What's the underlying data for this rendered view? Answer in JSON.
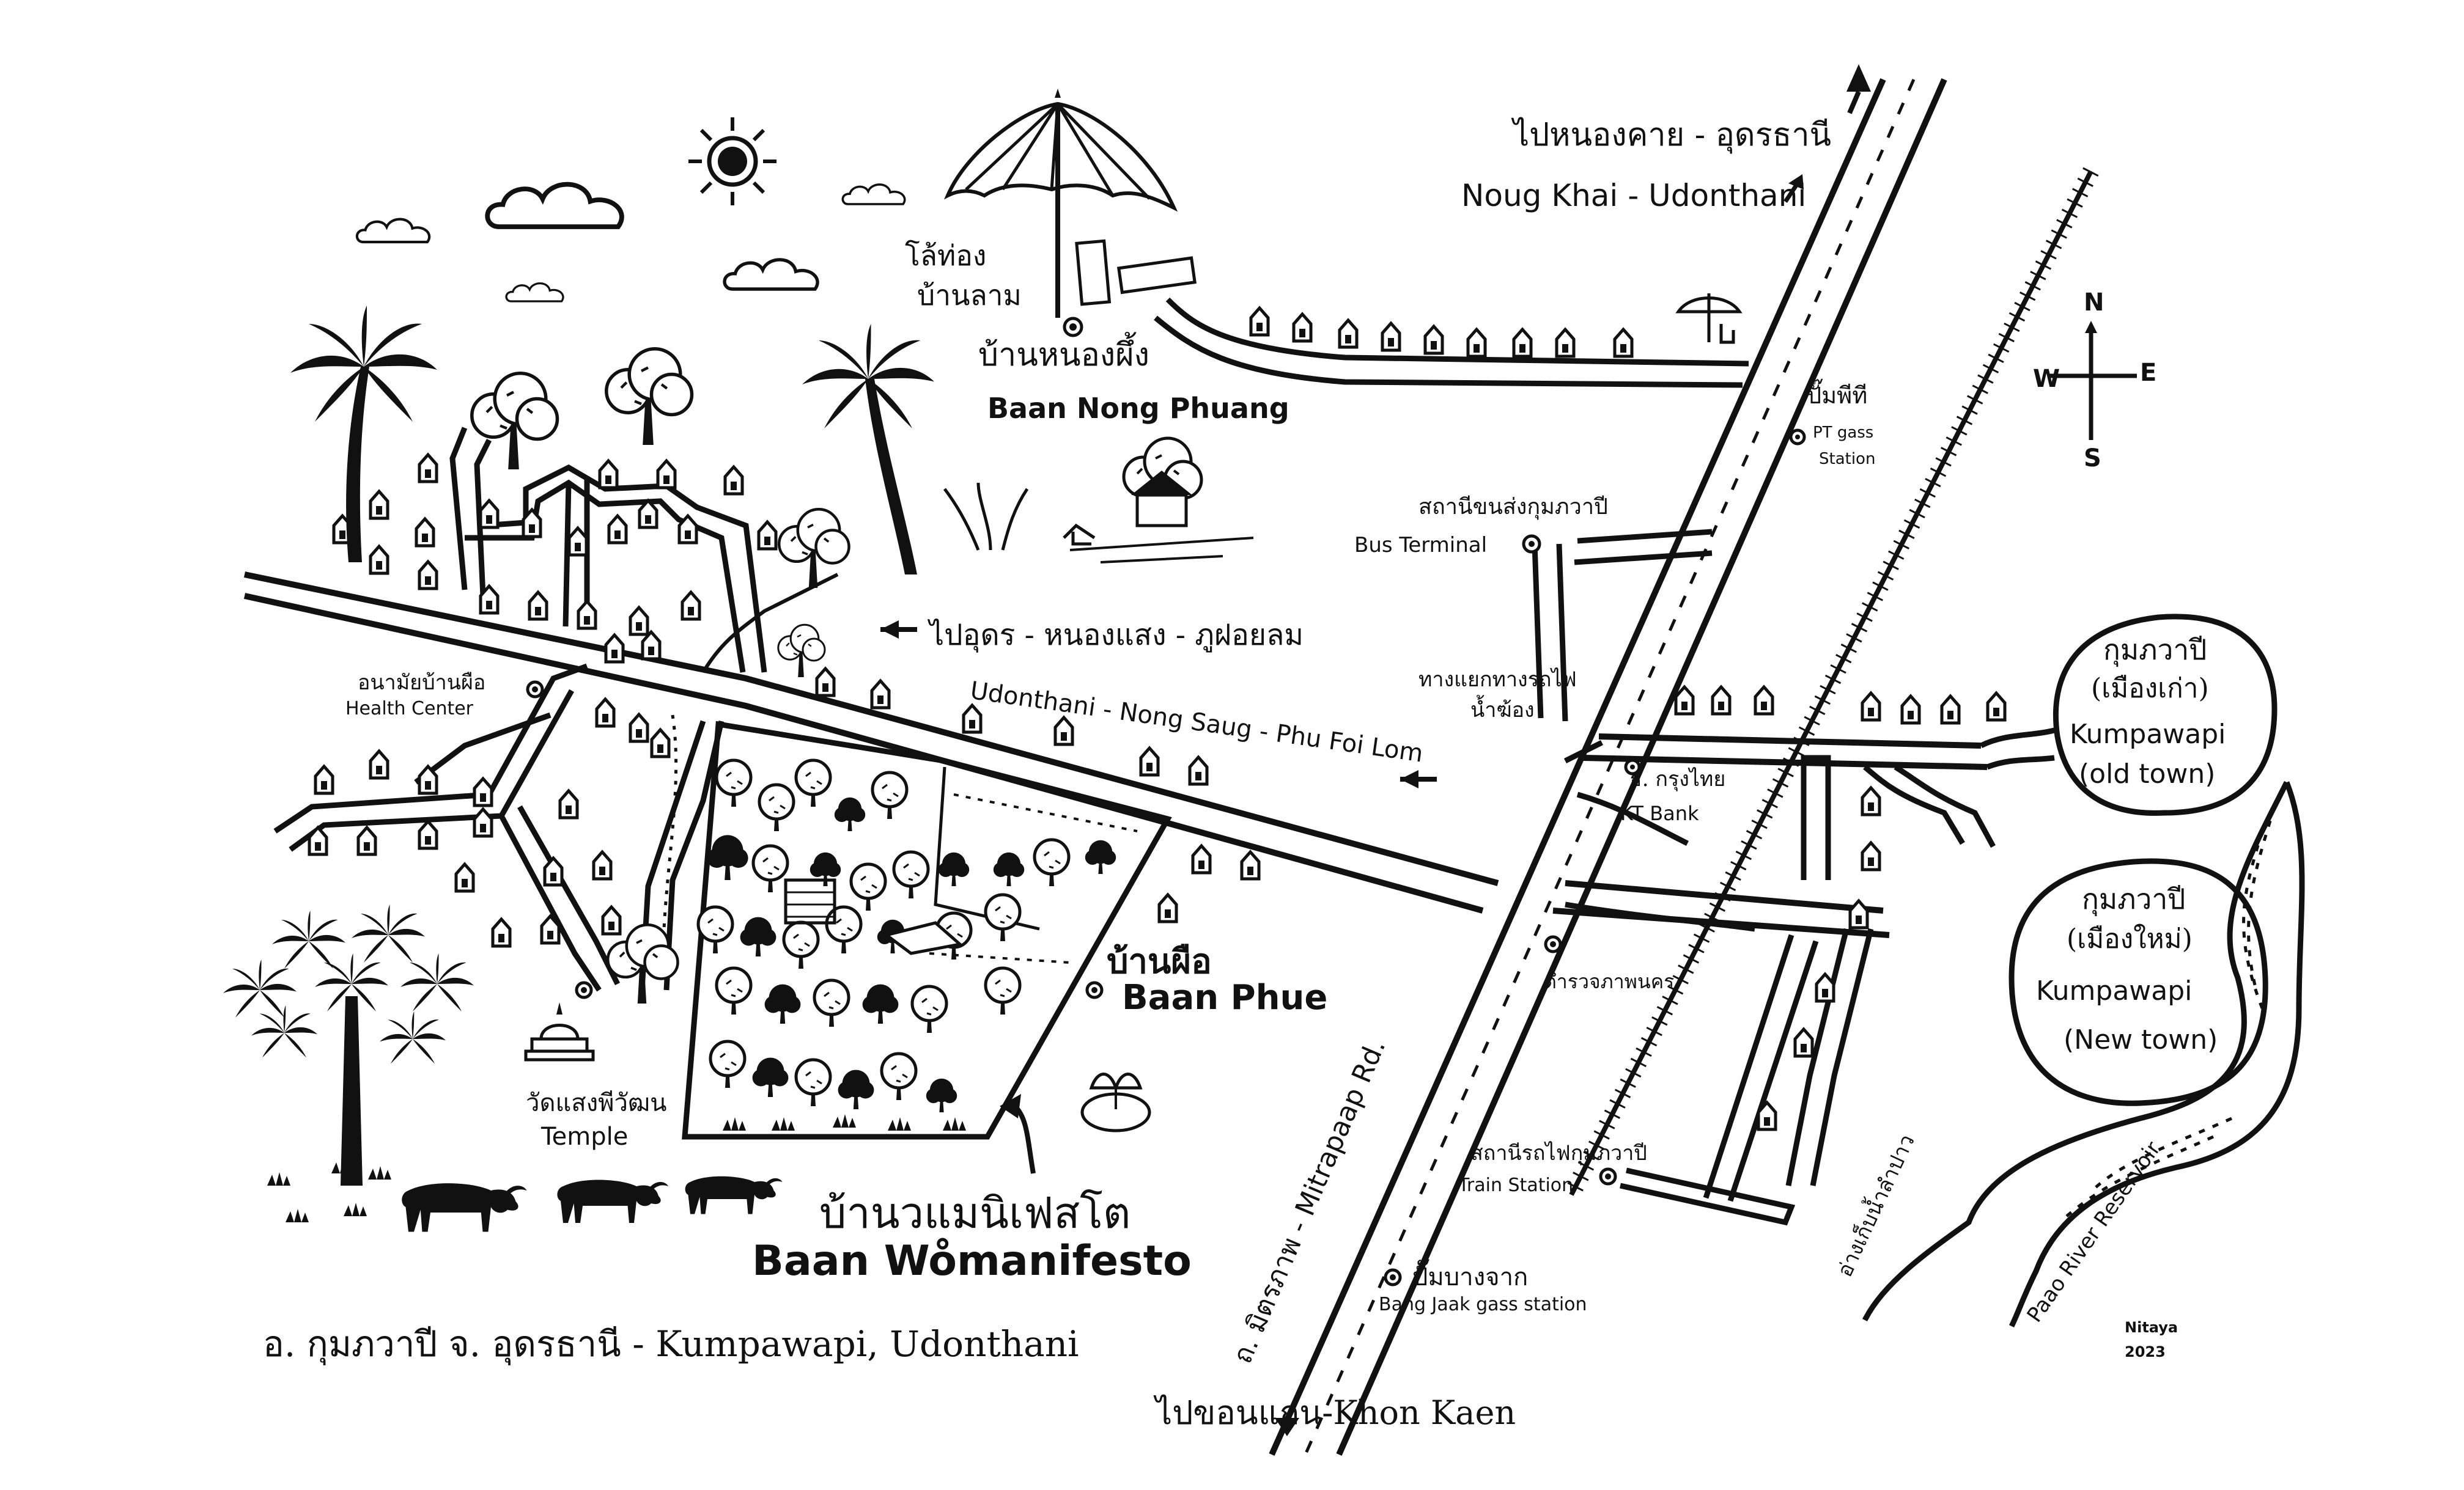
{
  "colors": {
    "ink": "#111111",
    "paper": "#ffffff",
    "grass": "#111111"
  },
  "icons": [
    "sun-icon",
    "cloud-icon",
    "umbrella-icon",
    "house-icon",
    "tree-icon",
    "palm-tree-icon",
    "temple-stupa-icon",
    "buffalo-icon",
    "lotus-icon",
    "compass-icon",
    "location-dot-icon",
    "arrow-icon",
    "railway-icon"
  ],
  "compass": {
    "n": "N",
    "s": "S",
    "e": "E",
    "w": "W"
  },
  "labels": {
    "to_nongkhai_th": "ไปหนองคาย - อุดรธานี",
    "to_nongkhai_en": "Noug Khai - Udonthani",
    "lohong_th_1": "โล้ท่อง",
    "lohong_th_2": "บ้านลาม",
    "nong_phuang_th": "บ้านหนองผึ้ง",
    "nong_phuang_en": "Baan Nong Phuang",
    "pt_th": "ปั๊มพีที",
    "pt_en_1": "PT gass",
    "pt_en_2": "Station",
    "bus_th": "สถานีขนส่งกุมภวาปี",
    "bus_en": "Bus Terminal",
    "to_udon_th": "ไปอุดร - หนองแสง - ภูฝอยลม",
    "to_udon_en": "Udonthani - Nong Saug - Phu Foi Lom",
    "health_th": "อนามัยบ้านผือ",
    "health_en": "Health Center",
    "railway_th_1": "ทางแยกทางรถไฟ",
    "railway_th_2": "น้ำฆ้อง",
    "ktbank_th": "ธ. กรุงไทย",
    "ktbank_en": "KT Bank",
    "police_th": "ตำรวจภาพนคร",
    "kumpawapi_old_th_1": "กุมภวาปี",
    "kumpawapi_old_th_2": "(เมืองเก่า)",
    "kumpawapi_old_en_1": "Kumpawapi",
    "kumpawapi_old_en_2": "(old town)",
    "kumpawapi_new_th_1": "กุมภวาปี",
    "kumpawapi_new_th_2": "(เมืองใหม่)",
    "kumpawapi_new_en_1": "Kumpawapi",
    "kumpawapi_new_en_2": "(New town)",
    "baan_phue_th": "บ้านผือ",
    "baan_phue_en": "Baan Phue",
    "mitrapaap_th": "ถ. มิตรภาพ - Mitrapaap Rd.",
    "temple_th": "วัดแสงพีวัฒน",
    "temple_en": "Temple",
    "train_th": "สถานีรถไฟกุมภวาปี",
    "train_en": "Train Station",
    "womanifesto_th": "บ้านวแมนิเฟสโต",
    "womanifesto_en": "Baan Wo̊manifesto",
    "bangjaak_th": "ปั๊มบางจาก",
    "bangjaak_en": "Bang Jaak gass station",
    "reservoir_th": "อ่างเก็บน้ำลำปาว",
    "reservoir_en": "Paao River Reservoir",
    "footer": "อ. กุมภวาปี จ. อุดรธานี - Kumpawapi, Udonthani",
    "to_khonkaen": "ไปขอนแก่น-Khon Kaen",
    "signature": "Nitaya",
    "year": "2023"
  }
}
